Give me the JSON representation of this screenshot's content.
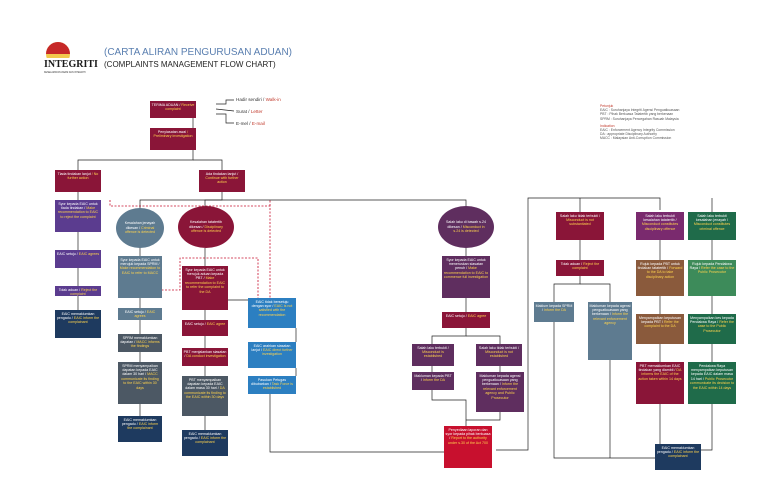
{
  "header": {
    "title_malay": "(CARTA ALIRAN PENGURUSAN ADUAN)",
    "title_english": "(COMPLAINTS MANAGEMENT FLOW CHART)",
    "logo_text": "INTEGRITI",
    "logo_subtext": "KESELAMATAN AWAM DAN INTEGRITI"
  },
  "channels": [
    {
      "ms": "Hadir sendiri /",
      "en": "Walk-in"
    },
    {
      "ms": "Surat /",
      "en": "Letter"
    },
    {
      "ms": "E-mel /",
      "en": "E-mail"
    }
  ],
  "legend": {
    "heading1": "Petunjuk",
    "lines1": [
      "EAIC : Suruhanjaya Integriti Agensi Penguatkuasaan",
      "PBT : Pihak Berkuasa Tatatertib yang berkenaan",
      "SPRM : Suruhanjaya Pencegahan Rasuah Malaysia"
    ],
    "heading2": "Indication",
    "lines2": [
      "EAIC : Enforcement Agency Integrity Commission",
      "DA : appropriate Disciplinary Authority",
      "MACC : Malaysian Anti-Corruption Commission"
    ]
  },
  "nodes": {
    "receive": {
      "ms": "TERIMA ADUAN /",
      "en": "Receive complaint"
    },
    "prelim": {
      "ms": "Penyiasatan awal",
      "en": "/ Preliminary investigation"
    },
    "nofurther": {
      "ms": "Tiada tindakan lanjut",
      "en": "/ No further action"
    },
    "continue": {
      "ms": "Ada tindakan lanjut /",
      "en": "Continue with further action"
    },
    "nf_suggest": {
      "ms": "Syor kepada EAIC untuk tiada tindakan /",
      "en": "Make recommendation to EAIC to reject the complaint"
    },
    "nf_agree": {
      "ms": "EAIC setuju /",
      "en": "EAIC agrees"
    },
    "nf_reject": {
      "ms": "Tolak aduan /",
      "en": "Reject the complaint"
    },
    "nf_inform": {
      "ms": "EAIC memaklumkan pengadu /",
      "en": "EAIC inform the complainant"
    },
    "circ_crim": {
      "ms": "Kesalahan jenayah dikesan /",
      "en": "Criminal offence is detected"
    },
    "circ_disc": {
      "ms": "Kesalahan tatatertib dikesan /",
      "en": "Disciplinary offence is detected"
    },
    "circ_misc": {
      "ms": "Salah laku di bawah s.24 dikesan /",
      "en": "Misconduct in s.24 is detected"
    },
    "c_suggest": {
      "ms": "Syor kepada EAIC untuk merujuk kepada SPRM /",
      "en": "Make recommendation to EAIC to refer to MACC"
    },
    "c_agree": {
      "ms": "EAIC setuju /",
      "en": "EAIC agrees"
    },
    "c_macc": {
      "ms": "SPRM memaklumkan dapatan /",
      "en": "MACC informs the findings"
    },
    "c_macc2": {
      "ms": "SPRM menyampaikan dapatan kepada EAIC dalam 30 hari /",
      "en": "MACC communicate its finding to the EAIC within 30 days"
    },
    "c_inform": {
      "ms": "EAIC memaklumkan pengadu /",
      "en": "EAIC inform the complainant"
    },
    "d_suggest": {
      "ms": "Syor kepada EAIC untuk merujuk aduan kepada PBT /",
      "en": "Make recommendation to EAIC to refer the complaint to the DA"
    },
    "d_agree": {
      "ms": "EAIC setuju /",
      "en": "EAIC agree"
    },
    "d_pbt": {
      "ms": "PBT menjalankan siasatan /",
      "en": "DA conduct investigation"
    },
    "d_pbt2": {
      "ms": "PBT menyampaikan dapatan kepada EAIC dalam masa 30 hari /",
      "en": "DA communicate its finding to the EAIC within 30 days"
    },
    "d_inform": {
      "ms": "EAIC memaklumkan pengadu /",
      "en": "EAIC inform the complainant"
    },
    "x_disagree": {
      "ms": "EAIC tidak bersetuju dengan syor /",
      "en": "EAIC is not satisfied with the recommendation"
    },
    "x_order": {
      "ms": "EAIC arahkan siasatan lanjut /",
      "en": "EAIC direct further investigation"
    },
    "x_full": {
      "ms": "Pasukan Petugas dibubarkan /",
      "en": "Task Force is established"
    },
    "m_suggest": {
      "ms": "Syor kepada EAIC untuk meneruskan siasatan penuh /",
      "en": "Make recommendation to EAIC to commence full investigation"
    },
    "m_agree": {
      "ms": "EAIC setuju /",
      "en": "EAIC agree"
    },
    "m_proved": {
      "ms": "Salah laku terbukti /",
      "en": "Misconduct is established"
    },
    "m_notproved": {
      "ms": "Salah laku tidak terbukti /",
      "en": "Misconduct is not established"
    },
    "m_inform_pbt": {
      "ms": "Makluman kepada PBT /",
      "en": "Inform the DA"
    },
    "m_agency": {
      "ms": "Makluman kepada agensi penguatkuasaan yang berkenaan /",
      "en": "Inform the relevant enforcement agency and Public Prosecutor"
    },
    "m_report": {
      "ms": "Penyediaan laporan dan syor kepada pihak berkuasa /",
      "en": "Report to the authority under s.30 of the Act 700"
    },
    "r_notproved": {
      "ms": "Salah laku tidak terbukti /",
      "en": "Misconduct is not substantiated"
    },
    "r_reject": {
      "ms": "Tolak aduan /",
      "en": "Reject the complaint"
    },
    "r_inform_macc": {
      "ms": "Maklum kepada SPRM /",
      "en": "Inform the DA"
    },
    "r_inform_rel": {
      "ms": "Makluman kepada agensi penguatkuasaan yang berkenaan /",
      "en": "Inform the relevant enforcement agency"
    },
    "r_proved_disc": {
      "ms": "Salah laku terbukti kesalahan tatatertib /",
      "en": "Misconduct constitutes disciplinary offence"
    },
    "r_proved_crim": {
      "ms": "Salah laku terbukti kesalahan jenayah /",
      "en": "Misconduct constitutes criminal offence"
    },
    "r_refer_pbt": {
      "ms": "Rujuk kepada PBT untuk tindakan tatatertib /",
      "en": "Forward to the DA to take disciplinary action"
    },
    "r_refer_pp": {
      "ms": "Rujuk kepada Pendakwa Raya /",
      "en": "Refer the case to the Public Prosecutor"
    },
    "r_pbt_comm": {
      "ms": "Menyampaikan keputusan kepada PBT /",
      "en": "Refer the complaint to the DA"
    },
    "r_pp_comm": {
      "ms": "Menyampaikan kes kepada Pendakwa Raya /",
      "en": "Refer the case to the Public Prosecutor"
    },
    "r_pbt_inform": {
      "ms": "PBT memaklumkan EAIC tindakan yang diambil /",
      "en": "DA informs the EAIC of the action taken within 14 days"
    },
    "r_pp_inform": {
      "ms": "Pendakwa Raya menyampaikan keputusan kepada EAIC dalam masa 14 hari /",
      "en": "Public Prosecutor communicate its decision to the EAIC within 14 days"
    },
    "r_final": {
      "ms": "EAIC memaklumkan pengadu /",
      "en": "EAIC inform the complainant"
    }
  }
}
